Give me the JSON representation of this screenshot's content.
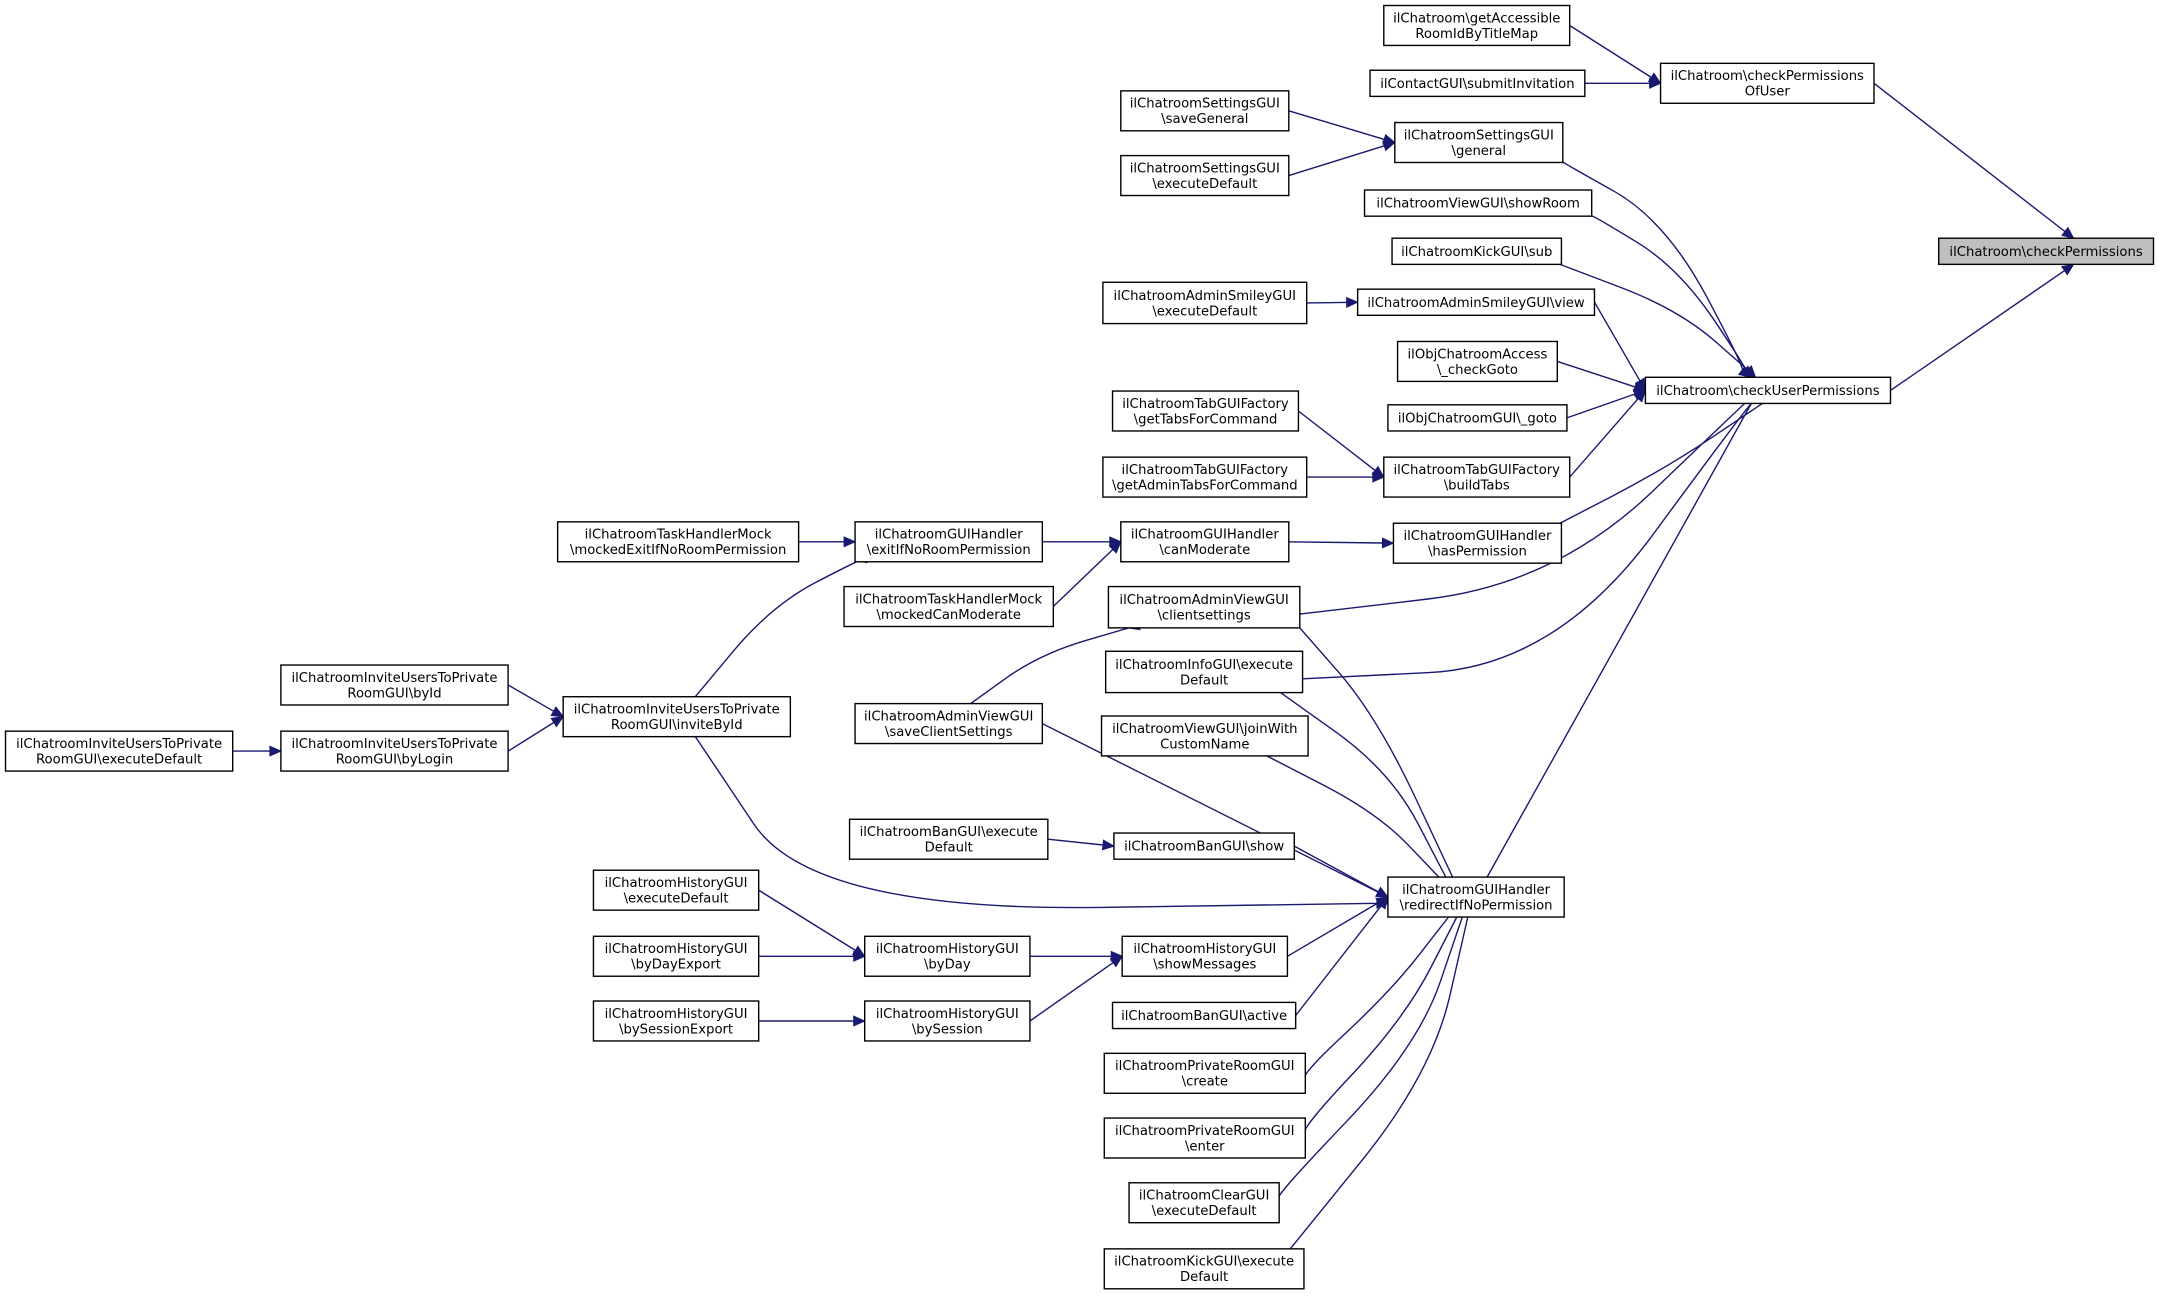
{
  "colors": {
    "edge": "#191970",
    "root_fill": "#bfbfbf",
    "node_fill": "#ffffff",
    "node_border": "#000000"
  },
  "nodes": [
    {
      "id": "root",
      "lines": [
        "ilChatroom\\checkPermissions"
      ],
      "root": true
    },
    {
      "id": "cpou",
      "lines": [
        "ilChatroom\\checkPermissions",
        "OfUser"
      ]
    },
    {
      "id": "cup",
      "lines": [
        "ilChatroom\\checkUserPermissions"
      ]
    },
    {
      "id": "garib",
      "lines": [
        "ilChatroom\\getAccessible",
        "RoomIdByTitleMap"
      ]
    },
    {
      "id": "csi",
      "lines": [
        "ilContactGUI\\submitInvitation"
      ]
    },
    {
      "id": "sgen",
      "lines": [
        "ilChatroomSettingsGUI",
        "\\general"
      ]
    },
    {
      "id": "ssave",
      "lines": [
        "ilChatroomSettingsGUI",
        "\\saveGeneral"
      ]
    },
    {
      "id": "sexec",
      "lines": [
        "ilChatroomSettingsGUI",
        "\\executeDefault"
      ]
    },
    {
      "id": "vshow",
      "lines": [
        "ilChatroomViewGUI\\showRoom"
      ]
    },
    {
      "id": "ksub",
      "lines": [
        "ilChatroomKickGUI\\sub"
      ]
    },
    {
      "id": "asview",
      "lines": [
        "ilChatroomAdminSmileyGUI\\view"
      ]
    },
    {
      "id": "asexec",
      "lines": [
        "ilChatroomAdminSmileyGUI",
        "\\executeDefault"
      ]
    },
    {
      "id": "oacc",
      "lines": [
        "ilObjChatroomAccess",
        "\\_checkGoto"
      ]
    },
    {
      "id": "ogoto",
      "lines": [
        "ilObjChatroomGUI\\_goto"
      ]
    },
    {
      "id": "tgettabs",
      "lines": [
        "ilChatroomTabGUIFactory",
        "\\getTabsForCommand"
      ]
    },
    {
      "id": "tgetadmin",
      "lines": [
        "ilChatroomTabGUIFactory",
        "\\getAdminTabsForCommand"
      ]
    },
    {
      "id": "tbuild",
      "lines": [
        "ilChatroomTabGUIFactory",
        "\\buildTabs"
      ]
    },
    {
      "id": "hhas",
      "lines": [
        "ilChatroomGUIHandler",
        "\\hasPermission"
      ]
    },
    {
      "id": "hcan",
      "lines": [
        "ilChatroomGUIHandler",
        "\\canModerate"
      ]
    },
    {
      "id": "hexit",
      "lines": [
        "ilChatroomGUIHandler",
        "\\exitIfNoRoomPermission"
      ]
    },
    {
      "id": "tmexit",
      "lines": [
        "ilChatroomTaskHandlerMock",
        "\\mockedExitIfNoRoomPermission"
      ]
    },
    {
      "id": "tmcan",
      "lines": [
        "ilChatroomTaskHandlerMock",
        "\\mockedCanModerate"
      ]
    },
    {
      "id": "avcs",
      "lines": [
        "ilChatroomAdminViewGUI",
        "\\clientsettings"
      ]
    },
    {
      "id": "avsave",
      "lines": [
        "ilChatroomAdminViewGUI",
        "\\saveClientSettings"
      ]
    },
    {
      "id": "infoexec",
      "lines": [
        "ilChatroomInfoGUI\\execute",
        "Default"
      ]
    },
    {
      "id": "vjoin",
      "lines": [
        "ilChatroomViewGUI\\joinWith",
        "CustomName"
      ]
    },
    {
      "id": "iubyid2",
      "lines": [
        "ilChatroomInviteUsersToPrivate",
        "RoomGUI\\inviteById"
      ]
    },
    {
      "id": "iubyid",
      "lines": [
        "ilChatroomInviteUsersToPrivate",
        "RoomGUI\\byId"
      ]
    },
    {
      "id": "iubylogin",
      "lines": [
        "ilChatroomInviteUsersToPrivate",
        "RoomGUI\\byLogin"
      ]
    },
    {
      "id": "iuexec",
      "lines": [
        "ilChatroomInviteUsersToPrivate",
        "RoomGUI\\executeDefault"
      ]
    },
    {
      "id": "banexec",
      "lines": [
        "ilChatroomBanGUI\\execute",
        "Default"
      ]
    },
    {
      "id": "banshow",
      "lines": [
        "ilChatroomBanGUI\\show"
      ]
    },
    {
      "id": "hredir",
      "lines": [
        "ilChatroomGUIHandler",
        "\\redirectIfNoPermission"
      ]
    },
    {
      "id": "histexec",
      "lines": [
        "ilChatroomHistoryGUI",
        "\\executeDefault"
      ]
    },
    {
      "id": "histdayexp",
      "lines": [
        "ilChatroomHistoryGUI",
        "\\byDayExport"
      ]
    },
    {
      "id": "histday",
      "lines": [
        "ilChatroomHistoryGUI",
        "\\byDay"
      ]
    },
    {
      "id": "histmsg",
      "lines": [
        "ilChatroomHistoryGUI",
        "\\showMessages"
      ]
    },
    {
      "id": "histsessexp",
      "lines": [
        "ilChatroomHistoryGUI",
        "\\bySessionExport"
      ]
    },
    {
      "id": "histsess",
      "lines": [
        "ilChatroomHistoryGUI",
        "\\bySession"
      ]
    },
    {
      "id": "banactive",
      "lines": [
        "ilChatroomBanGUI\\active"
      ]
    },
    {
      "id": "prcreate",
      "lines": [
        "ilChatroomPrivateRoomGUI",
        "\\create"
      ]
    },
    {
      "id": "prenter",
      "lines": [
        "ilChatroomPrivateRoomGUI",
        "\\enter"
      ]
    },
    {
      "id": "clearexec",
      "lines": [
        "ilChatroomClearGUI",
        "\\executeDefault"
      ]
    },
    {
      "id": "kickexec",
      "lines": [
        "ilChatroomKickGUI\\execute",
        "Default"
      ]
    }
  ],
  "edges": [
    {
      "from": "cpou",
      "to": "root"
    },
    {
      "from": "cup",
      "to": "root"
    },
    {
      "from": "garib",
      "to": "cpou"
    },
    {
      "from": "csi",
      "to": "cpou"
    },
    {
      "from": "sgen",
      "to": "cup"
    },
    {
      "from": "vshow",
      "to": "cup"
    },
    {
      "from": "ksub",
      "to": "cup"
    },
    {
      "from": "asview",
      "to": "cup"
    },
    {
      "from": "oacc",
      "to": "cup"
    },
    {
      "from": "ogoto",
      "to": "cup"
    },
    {
      "from": "tbuild",
      "to": "cup"
    },
    {
      "from": "hhas",
      "to": "cup"
    },
    {
      "from": "avcs",
      "to": "cup"
    },
    {
      "from": "infoexec",
      "to": "cup"
    },
    {
      "from": "hredir",
      "to": "cup"
    },
    {
      "from": "ssave",
      "to": "sgen"
    },
    {
      "from": "sexec",
      "to": "sgen"
    },
    {
      "from": "asexec",
      "to": "asview"
    },
    {
      "from": "tgettabs",
      "to": "tbuild"
    },
    {
      "from": "tgetadmin",
      "to": "tbuild"
    },
    {
      "from": "hcan",
      "to": "hhas"
    },
    {
      "from": "hexit",
      "to": "hcan"
    },
    {
      "from": "tmcan",
      "to": "hcan"
    },
    {
      "from": "tmexit",
      "to": "hexit"
    },
    {
      "from": "iubyid2",
      "to": "hexit"
    },
    {
      "from": "avsave",
      "to": "avcs"
    },
    {
      "from": "iubyid",
      "to": "iubyid2"
    },
    {
      "from": "iubylogin",
      "to": "iubyid2"
    },
    {
      "from": "iuexec",
      "to": "iubylogin"
    },
    {
      "from": "avcs",
      "to": "hredir"
    },
    {
      "from": "infoexec",
      "to": "hredir"
    },
    {
      "from": "vjoin",
      "to": "hredir"
    },
    {
      "from": "avsave",
      "to": "hredir"
    },
    {
      "from": "iubyid2",
      "to": "hredir"
    },
    {
      "from": "banshow",
      "to": "hredir"
    },
    {
      "from": "histmsg",
      "to": "hredir"
    },
    {
      "from": "banactive",
      "to": "hredir"
    },
    {
      "from": "prcreate",
      "to": "hredir"
    },
    {
      "from": "prenter",
      "to": "hredir"
    },
    {
      "from": "clearexec",
      "to": "hredir"
    },
    {
      "from": "kickexec",
      "to": "hredir"
    },
    {
      "from": "banexec",
      "to": "banshow"
    },
    {
      "from": "histday",
      "to": "histmsg"
    },
    {
      "from": "histsess",
      "to": "histmsg"
    },
    {
      "from": "histexec",
      "to": "histday"
    },
    {
      "from": "histdayexp",
      "to": "histday"
    },
    {
      "from": "histsessexp",
      "to": "histsess"
    }
  ]
}
